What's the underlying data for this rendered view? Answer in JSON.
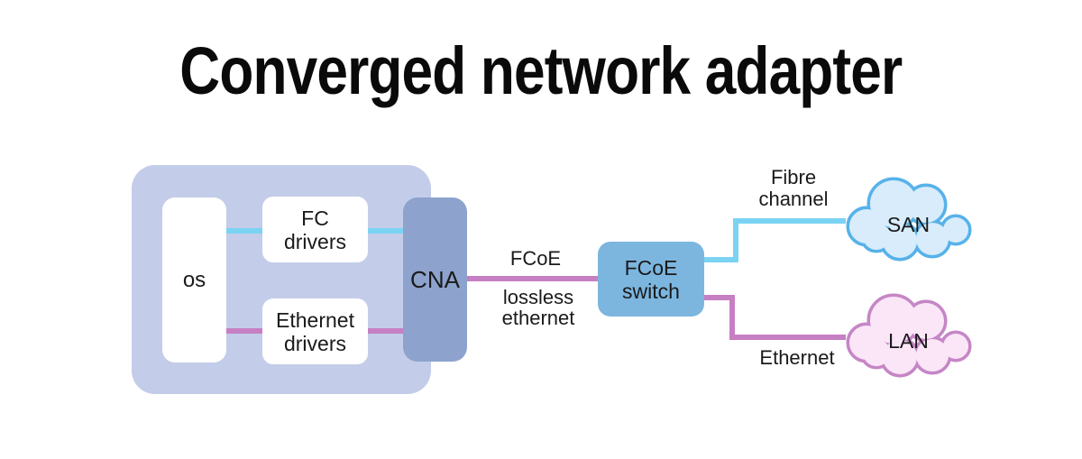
{
  "title": "Converged network adapter",
  "colors": {
    "panel": "#c3cde9",
    "node_fill": "#ffffff",
    "cna": "#8da3cd",
    "switch": "#7cb6df",
    "fc_line": "#7ad3f3",
    "eth_line": "#c67fc3",
    "san_fill": "#d8ecfb",
    "san_stroke": "#57b2e9",
    "lan_fill": "#fbe6f8",
    "lan_stroke": "#c586c6",
    "text": "#1a1a1a"
  },
  "nodes": {
    "os": "os",
    "fc_drivers": "FC\ndrivers",
    "ethernet_drivers": "Ethernet\ndrivers",
    "cna": "CNA",
    "fcoe_switch": "FCoE\nswitch",
    "san": "SAN",
    "lan": "LAN"
  },
  "edge_labels": {
    "fcoe": "FCoE",
    "lossless_ethernet": "lossless\nethernet",
    "fibre_channel": "Fibre\nchannel",
    "ethernet": "Ethernet"
  }
}
